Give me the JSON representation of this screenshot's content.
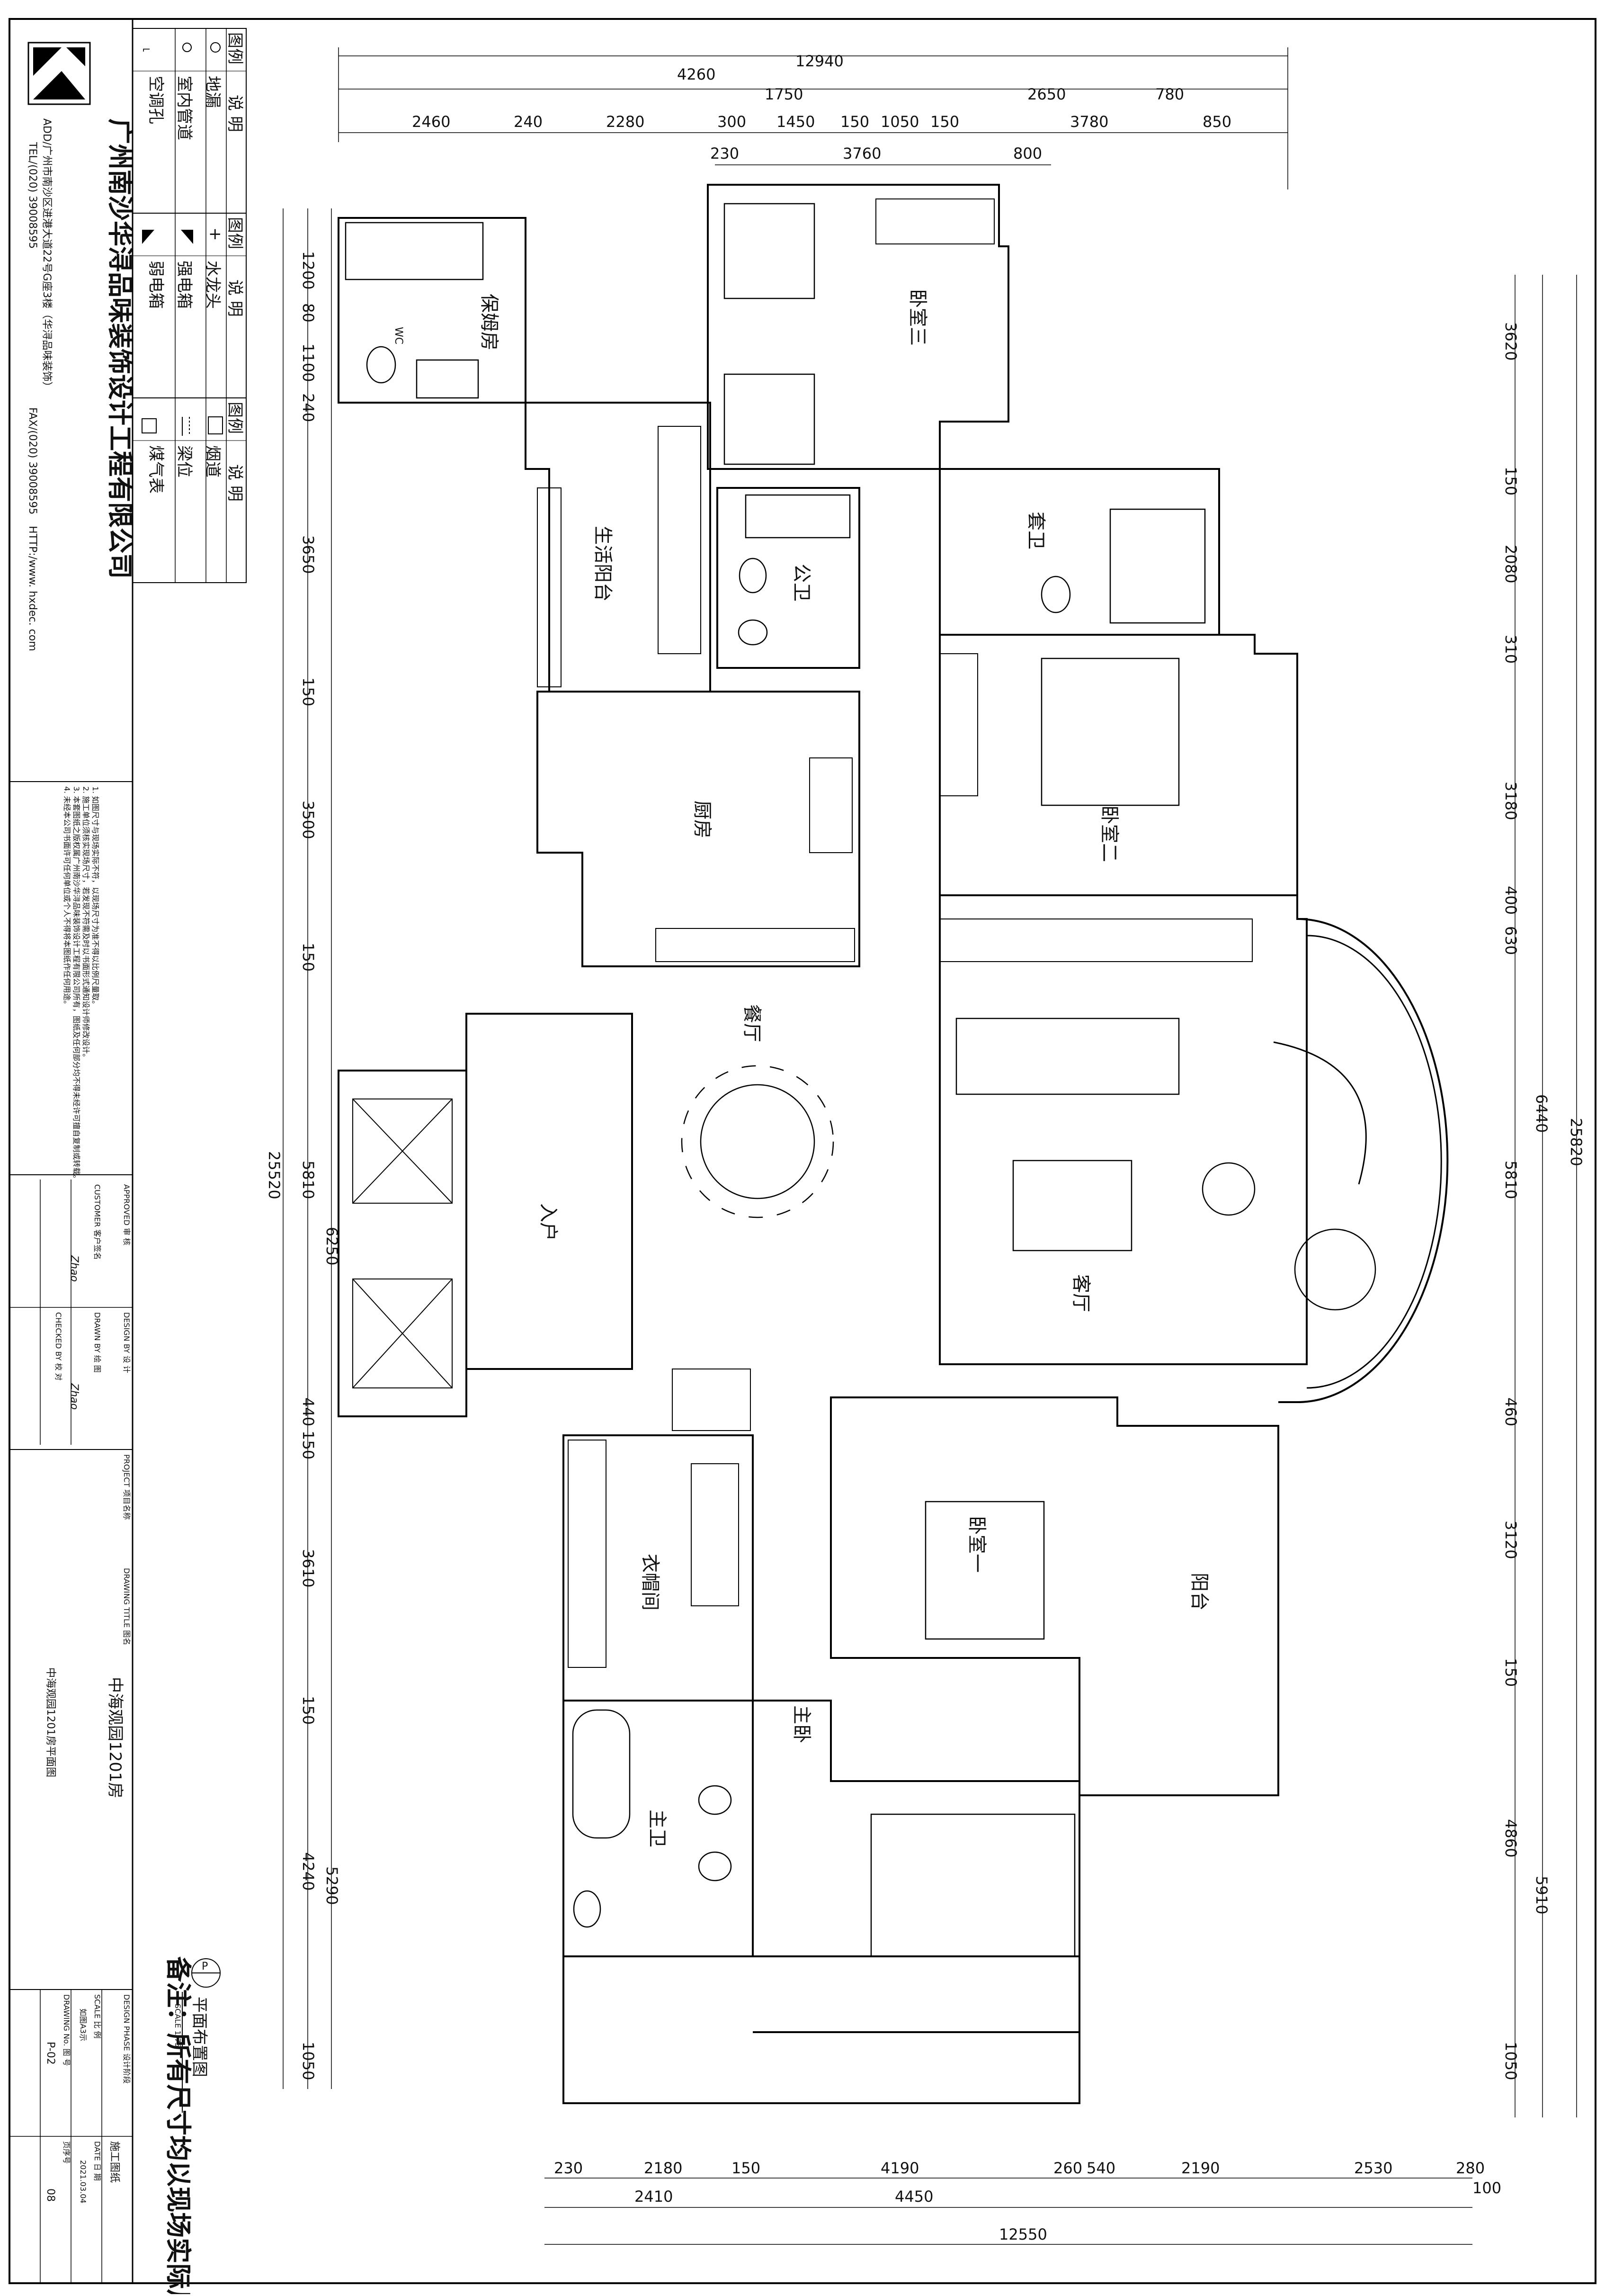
{
  "company": {
    "name": "广州南沙华浔品味装饰设计工程有限公司",
    "address": "ADD/广州市南沙区进港大道22号G座3楼（华浔品味装饰）",
    "tel": "TEL/(020) 39008595",
    "fax": "FAX/(020) 39008595",
    "web": "HTTP:/www. hxdec. com"
  },
  "legend": {
    "header_tuli": "图例",
    "header_shuoming": "说 明",
    "items": [
      {
        "icon": "floor-drain-icon",
        "label": "地漏"
      },
      {
        "icon": "indoor-pipe-icon",
        "label": "室内管道"
      },
      {
        "icon": "ac-hole-icon",
        "label": "空调孔"
      },
      {
        "icon": "faucet-icon",
        "label": "水龙头"
      },
      {
        "icon": "strong-electric-box-icon",
        "label": "强电箱"
      },
      {
        "icon": "weak-electric-box-icon",
        "label": "弱电箱"
      },
      {
        "icon": "flue-icon",
        "label": "烟道"
      },
      {
        "icon": "beam-icon",
        "label": "梁位"
      },
      {
        "icon": "gas-meter-icon",
        "label": "煤气表"
      }
    ]
  },
  "notes": [
    "1. 如图尺寸与现场实际不符，以现场尺寸为准不得以比例尺量取。",
    "2. 施工单位须核实现场尺寸，若发现不符需及时以书面形式通知设计师修改设计。",
    "3. 本套图纸之版权属广州南沙华浔品味装饰设计工程有限公司所有，图纸及任何部分均不得未经许可擅自复制或转载。",
    "4. 未经本公司书面许可任何单位或个人不得将本图纸作任何用途。"
  ],
  "title_block": {
    "project": "中海观园1201房",
    "drawing_name": "中海观园1201房平面图",
    "stage": "施工图纸",
    "scale": "如图A3示",
    "date": "2021.03.04",
    "drawing_no": "P-02",
    "page_no": "08",
    "lbl_approved": "APPROVED 审 核",
    "lbl_checked": "CHECKED BY 校 对",
    "lbl_design": "DESIGN BY 设 计",
    "lbl_drawn": "DRAWN BY 绘 图",
    "lbl_customer": "CUSTOMER 客户签名",
    "lbl_project": "PROJECT 项目名称",
    "lbl_title": "DRAWING TITLE 图名",
    "lbl_phase": "DESIGN PHASE 设计阶段",
    "lbl_scale": "SCALE 比 例",
    "lbl_date": "DATE 日 期",
    "lbl_no": "DRAWING No. 图 号",
    "lbl_page": "页序号",
    "sig": "Zhao"
  },
  "plan": {
    "caption": "平面布置图",
    "caption_scale": "SCALE 1:75",
    "marker": "P",
    "note": "备注：所有尺寸均以现场实际尺寸为准"
  },
  "rooms": {
    "nanny": "保姆房",
    "wc": "WC",
    "bed3": "卧室三",
    "ensuite": "套卫",
    "living_balcony": "生活阳台",
    "public_wc": "公卫",
    "kitchen": "厨房",
    "bed2": "卧室二",
    "dining": "餐厅",
    "entry": "入户",
    "living": "客厅",
    "closet": "衣帽间",
    "bed1": "卧室一",
    "balcony": "阳台",
    "master": "主卧",
    "master_bath": "主卫"
  },
  "dims": {
    "top": {
      "overall": "12940",
      "a": "4260",
      "b": "1750",
      "c": "2650",
      "d": "780",
      "r1": [
        "2460",
        "240",
        "2280",
        "300",
        "1450",
        "150",
        "1050",
        "150",
        "3780",
        "850"
      ],
      "r2": [
        "230",
        "3760",
        "800"
      ]
    },
    "bottom": {
      "r1": [
        "230",
        "2180",
        "150",
        "4190",
        "260",
        "540",
        "2190",
        "2530",
        "280"
      ],
      "r2": [
        "2410",
        "4450",
        "100"
      ],
      "overall": "12550"
    },
    "left": {
      "overall": "25520",
      "r1": [
        "1200",
        "80",
        "1100",
        "240",
        "3650",
        "150",
        "3500",
        "150",
        "5810",
        "440",
        "150",
        "3610",
        "150",
        "4240",
        "1050"
      ],
      "r2": [
        "6250",
        "5290"
      ]
    },
    "right": {
      "overall": "25820",
      "r1": [
        "3620",
        "150",
        "2080",
        "310",
        "3180",
        "400",
        "630",
        "5810",
        "460",
        "3120",
        "150",
        "4860",
        "1050"
      ],
      "r2": [
        "6440",
        "5910"
      ]
    }
  }
}
